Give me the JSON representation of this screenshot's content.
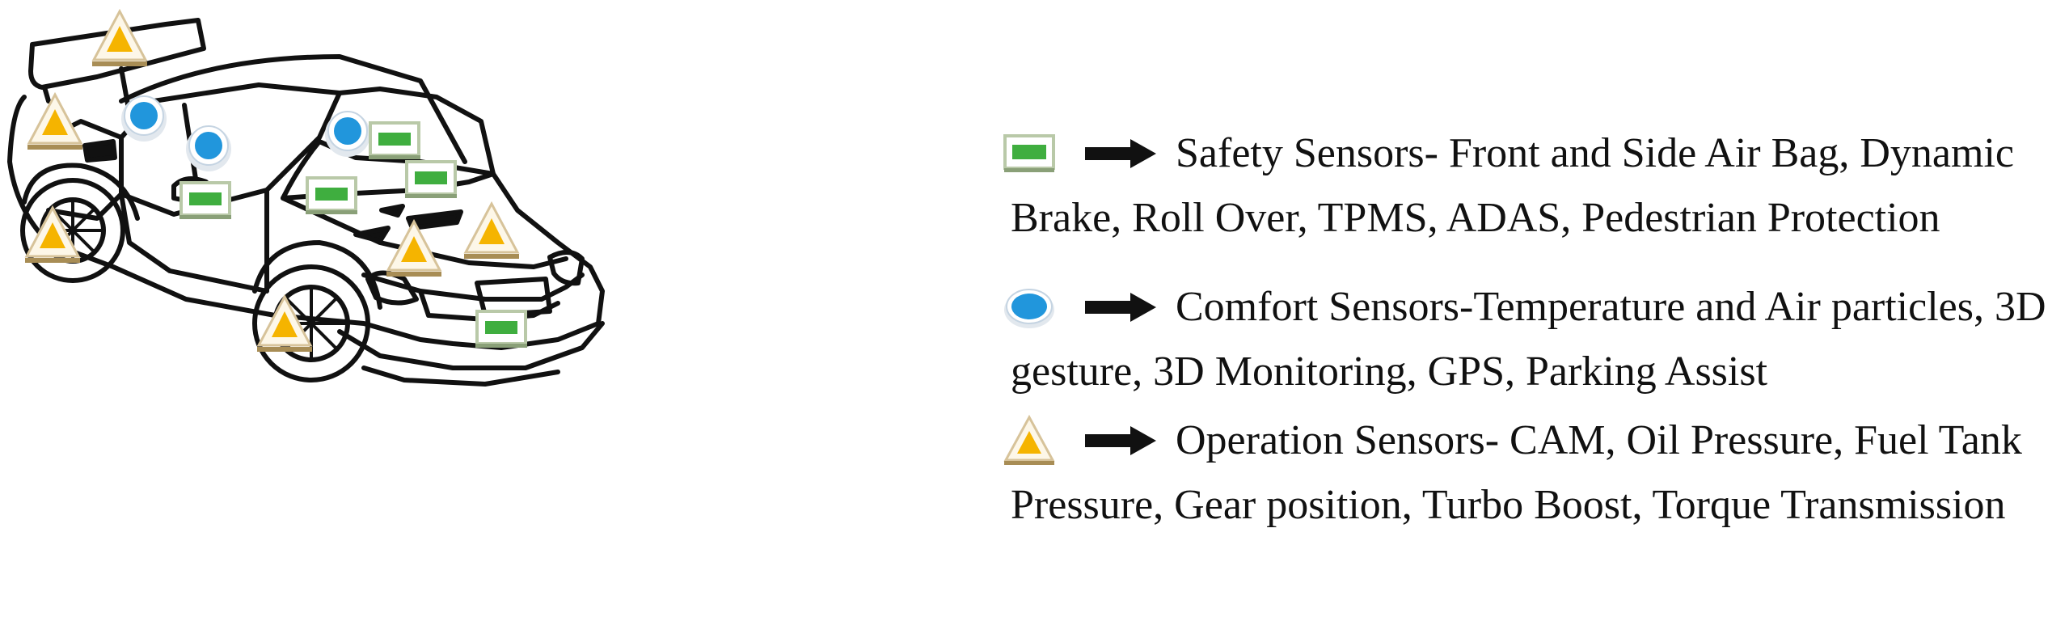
{
  "legend": {
    "safety": {
      "line1": "Safety Sensors- Front and Side Air Bag, Dynamic",
      "line2": "Brake, Roll Over, TPMS, ADAS, Pedestrian Protection",
      "symbol": "green-rectangle-icon",
      "color": "#3fae3f"
    },
    "comfort": {
      "line1": "Comfort Sensors-Temperature and Air particles, 3D",
      "line2": "gesture, 3D Monitoring, GPS, Parking Assist",
      "symbol": "blue-circle-icon",
      "color": "#2196dc"
    },
    "operation": {
      "line1": "Operation Sensors- CAM, Oil Pressure, Fuel Tank",
      "line2": "Pressure, Gear position, Turbo Boost, Torque Transmission",
      "symbol": "orange-triangle-icon",
      "color": "#f5b400"
    }
  },
  "colors": {
    "outline": "#111111",
    "marker_border": "#c9a66b"
  }
}
